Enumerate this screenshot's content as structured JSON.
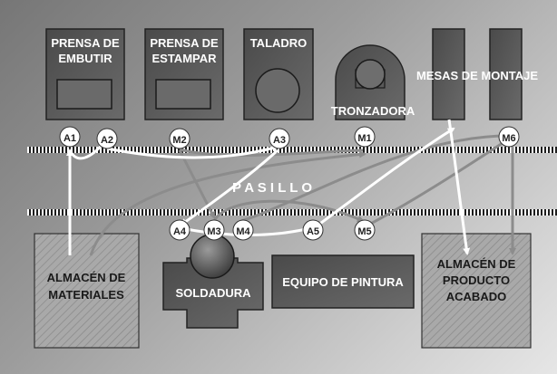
{
  "machines": {
    "prensa_embutir": [
      "PRENSA DE",
      "EMBUTIR"
    ],
    "prensa_estampar": [
      "PRENSA DE",
      "ESTAMPAR"
    ],
    "taladro": "TALADRO",
    "tronzadora": "TRONZADORA",
    "mesas_montaje": "MESAS DE MONTAJE",
    "soldadura": "SOLDADURA",
    "equipo_pintura": "EQUIPO DE PINTURA"
  },
  "storage": {
    "materiales": [
      "ALMACÉN DE",
      "MATERIALES"
    ],
    "producto_acabado": [
      "ALMACÉN DE",
      "PRODUCTO",
      "ACABADO"
    ]
  },
  "aisle_label": "P A S I L L O",
  "nodes": {
    "A1": "A1",
    "A2": "A2",
    "M2": "M2",
    "A3": "A3",
    "M1": "M1",
    "M6": "M6",
    "A4": "A4",
    "M3": "M3",
    "M4": "M4",
    "A5": "A5",
    "M5": "M5"
  },
  "colors": {
    "white_flow": "#ffffff",
    "gray_flow": "#8c8c8c",
    "machine_fill": "#5a5a5a",
    "storage_fill": "#a8a8a8"
  }
}
